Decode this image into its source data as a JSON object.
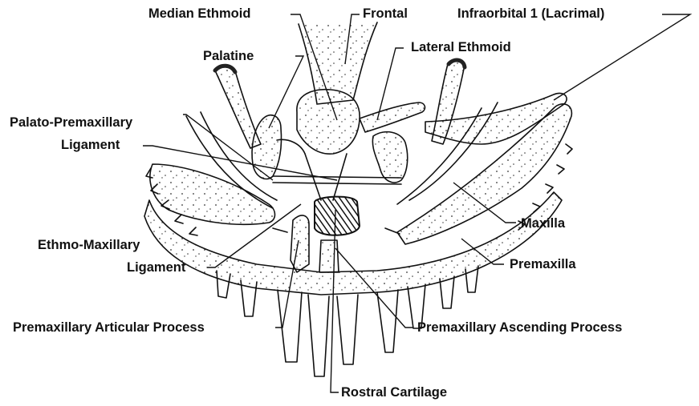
{
  "labels": {
    "median_ethmoid": "Median Ethmoid",
    "frontal": "Frontal",
    "infraorbital": "Infraorbital 1 (Lacrimal)",
    "palatine": "Palatine",
    "lateral_ethmoid": "Lateral Ethmoid",
    "palato_premaxillary_1": "Palato-Premaxillary",
    "palato_premaxillary_2": "Ligament",
    "maxilla": "Maxilla",
    "ethmo_maxillary_1": "Ethmo-Maxillary",
    "ethmo_maxillary_2": "Ligament",
    "premaxilla": "Premaxilla",
    "premaxillary_articular": "Premaxillary Articular Process",
    "premaxillary_ascending": "Premaxillary Ascending Process",
    "rostral_cartilage": "Rostral Cartilage"
  }
}
